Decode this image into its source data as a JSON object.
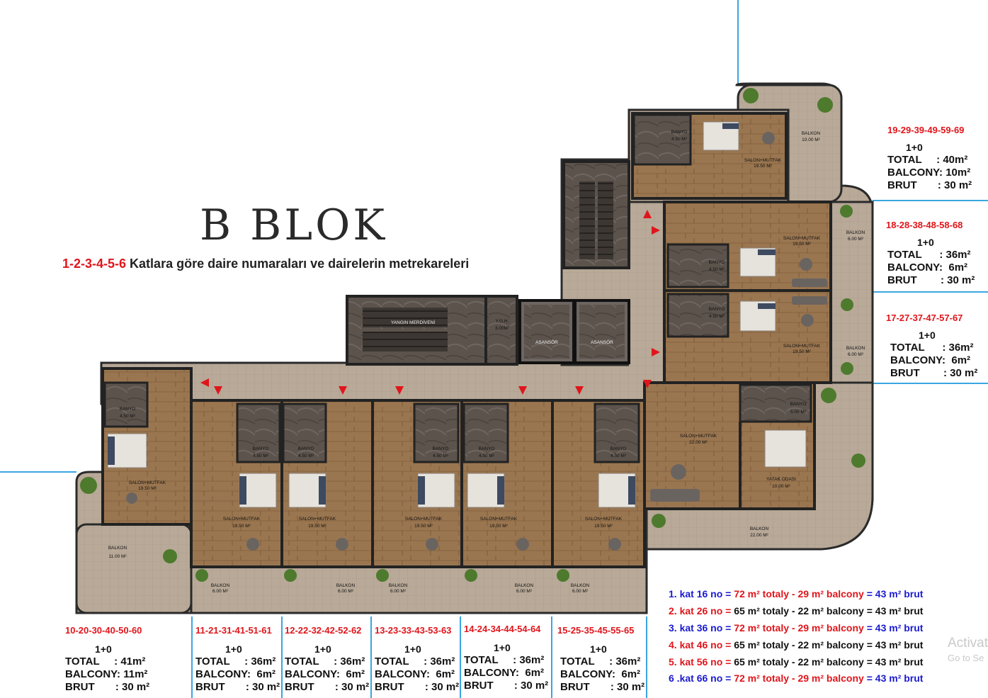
{
  "title": "B BLOK",
  "subtitle": {
    "numbers": "1-2-3-4-5-6",
    "text": " Katlara göre daire numaraları ve dairelerin metrekareleri"
  },
  "rooms": {
    "banyo": "BANYO",
    "banyo_area": "4.50 M²",
    "banyo_5": "5.00 M²",
    "salon": "SALON+MUTFAK",
    "salon_area": "19.50 M²",
    "salon_22": "22.00 M²",
    "balkon": "BALKON",
    "balkon_6": "6.00 M²",
    "balkon_10": "10.00 M²",
    "balkon_11": "11.00 M²",
    "balkon_22": "22.00 M²",
    "yatak": "YATAK ODASI",
    "yatak_area": "10.00 M²",
    "yangin": "YANGIN MERDİVENİ",
    "ygh": "Y.G.H.",
    "ygh_area": "3.00M²",
    "asansor": "ASANSÖR"
  },
  "units": [
    {
      "id": "u19",
      "numbers": "19-29-39-49-59-69",
      "type": "1+0",
      "total": "TOTAL     : 40m²",
      "balcony": "BALCONY: 10m²",
      "brut": "BRUT       : 30 m²"
    },
    {
      "id": "u18",
      "numbers": "18-28-38-48-58-68",
      "type": "1+0",
      "total": "TOTAL      : 36m²",
      "balcony": "BALCONY:  6m²",
      "brut": "BRUT        : 30 m²"
    },
    {
      "id": "u17",
      "numbers": "17-27-37-47-57-67",
      "type": "1+0",
      "total": "TOTAL      : 36m²",
      "balcony": "BALCONY:  6m²",
      "brut": "BRUT        : 30 m²"
    },
    {
      "id": "u10",
      "numbers": "10-20-30-40-50-60",
      "type": "1+0",
      "total": "TOTAL     : 41m²",
      "balcony": "BALCONY: 11m²",
      "brut": "BRUT       : 30 m²"
    },
    {
      "id": "u11",
      "numbers": "11-21-31-41-51-61",
      "type": "1+0",
      "total": "TOTAL     : 36m²",
      "balcony": "BALCONY:  6m²",
      "brut": "BRUT       : 30 m²"
    },
    {
      "id": "u12",
      "numbers": "12-22-32-42-52-62",
      "type": "1+0",
      "total": "TOTAL     : 36m²",
      "balcony": "BALCONY:  6m²",
      "brut": "BRUT       : 30 m²"
    },
    {
      "id": "u13",
      "numbers": "13-23-33-43-53-63",
      "type": "1+0",
      "total": "TOTAL     : 36m²",
      "balcony": "BALCONY:  6m²",
      "brut": "BRUT       : 30 m²"
    },
    {
      "id": "u14",
      "numbers": "14-24-34-44-54-64",
      "type": "1+0",
      "total": "TOTAL     : 36m²",
      "balcony": "BALCONY:  6m²",
      "brut": "BRUT       : 30 m²"
    },
    {
      "id": "u15",
      "numbers": "15-25-35-45-55-65",
      "type": "1+0",
      "total": "TOTAL     : 36m²",
      "balcony": "BALCONY:  6m²",
      "brut": "BRUT       : 30 m²"
    }
  ],
  "kat_lines": [
    {
      "a": "1. kat 16 no = ",
      "b": "72 m² totaly - 29 m² balcony",
      "c": " = 43 m² brut",
      "style": "blue"
    },
    {
      "a": "2. kat 26 no = ",
      "b": "65 m² totaly - 22 m² balcony",
      "c": " = 43 m² brut",
      "style": "red"
    },
    {
      "a": "3. kat 36 no = ",
      "b": "72 m² totaly - 29 m² balcony",
      "c": " = 43 m² brut",
      "style": "blue"
    },
    {
      "a": "4. kat 46 no = ",
      "b": "65 m² totaly - 22 m² balcony",
      "c": " = 43 m² brut",
      "style": "red"
    },
    {
      "a": "5. kat 56 no = ",
      "b": "65 m² totaly - 22 m² balcony",
      "c": " = 43 m² brut",
      "style": "red"
    },
    {
      "a": "6 .kat 66 no = ",
      "b": "72 m² totaly - 29 m² balcony",
      "c": " = 43 m² brut",
      "style": "blue"
    }
  ],
  "watermark": {
    "line1": "Activat",
    "line2": "Go to Se"
  }
}
